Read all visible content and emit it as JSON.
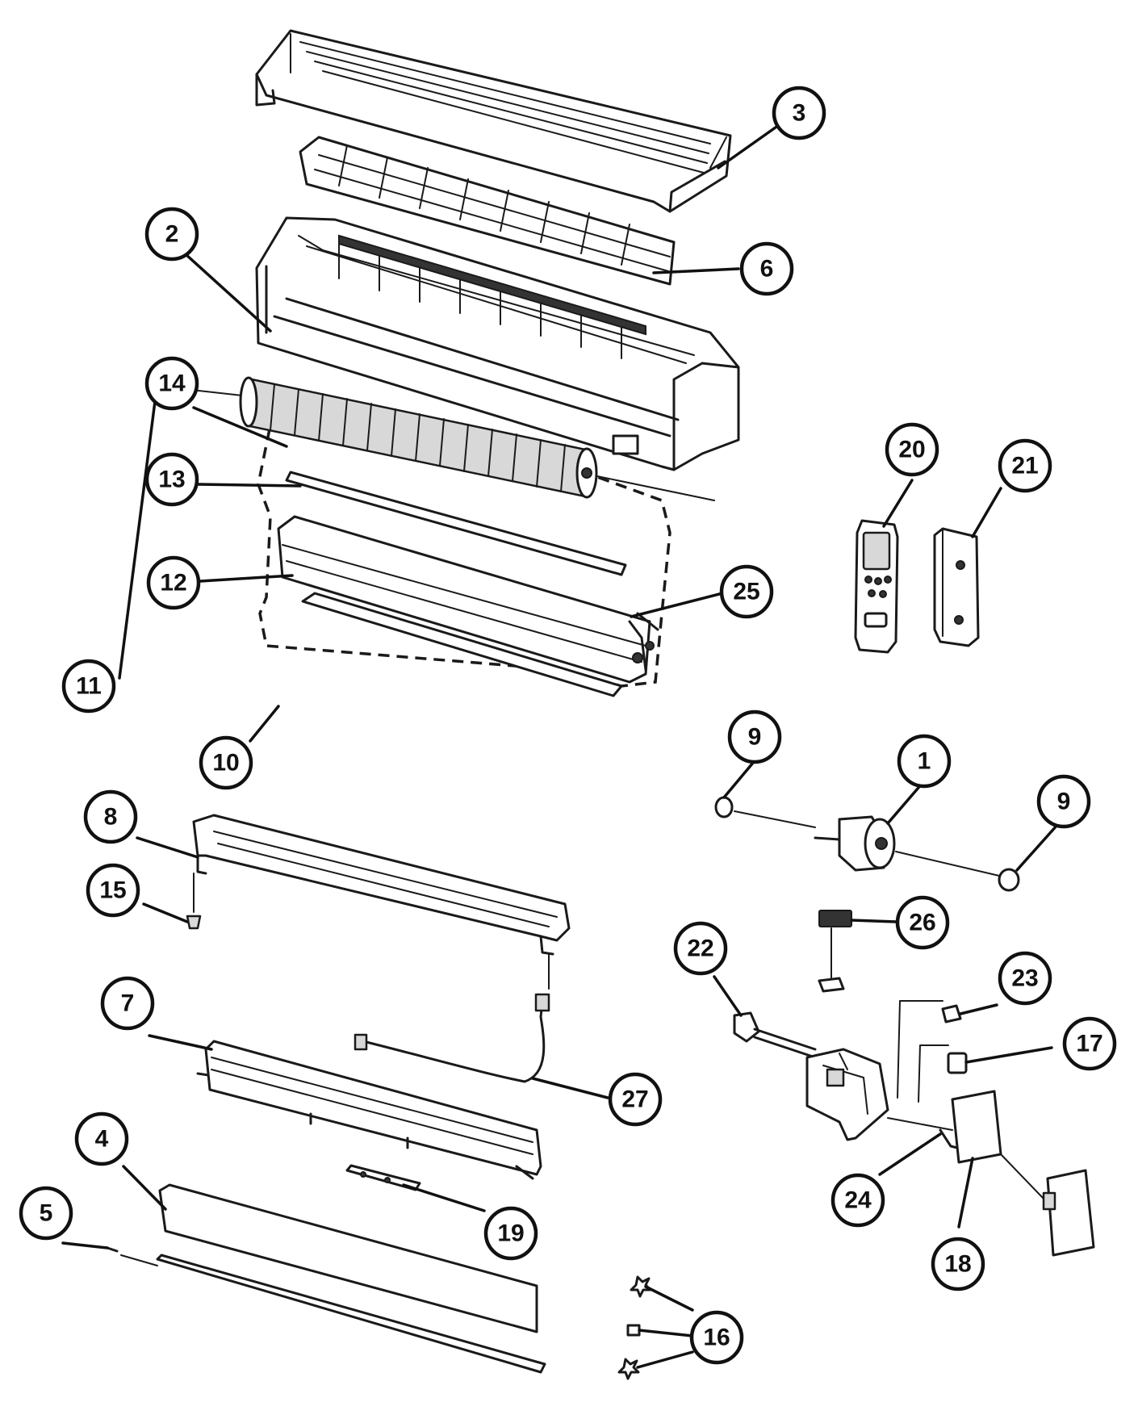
{
  "callouts": [
    {
      "label": "3"
    },
    {
      "label": "6"
    },
    {
      "label": "2"
    },
    {
      "label": "14"
    },
    {
      "label": "13"
    },
    {
      "label": "12"
    },
    {
      "label": "25"
    },
    {
      "label": "11"
    },
    {
      "label": "10"
    },
    {
      "label": "9"
    },
    {
      "label": "1"
    },
    {
      "label": "9"
    },
    {
      "label": "8"
    },
    {
      "label": "15"
    },
    {
      "label": "26"
    },
    {
      "label": "22"
    },
    {
      "label": "23"
    },
    {
      "label": "7"
    },
    {
      "label": "17"
    },
    {
      "label": "27"
    },
    {
      "label": "4"
    },
    {
      "label": "5"
    },
    {
      "label": "19"
    },
    {
      "label": "24"
    },
    {
      "label": "18"
    },
    {
      "label": "16"
    },
    {
      "label": "20"
    },
    {
      "label": "21"
    }
  ]
}
